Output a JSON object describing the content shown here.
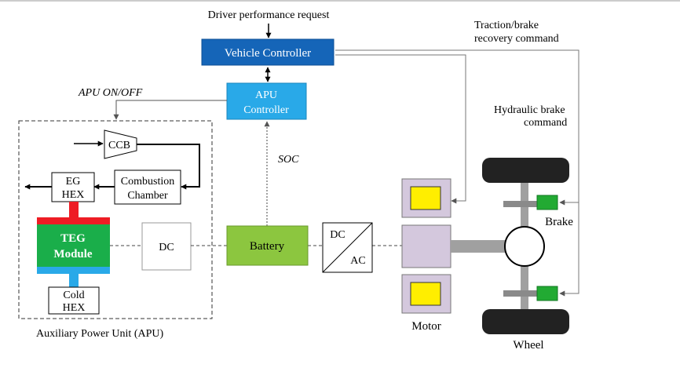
{
  "inputs": {
    "driver_request": "Driver performance request",
    "traction_command_line1": "Traction/brake",
    "traction_command_line2": "recovery command",
    "hydraulic_command_line1": "Hydraulic brake",
    "hydraulic_command_line2": "command"
  },
  "controllers": {
    "vehicle_controller": "Vehicle Controller",
    "apu_controller_line1": "APU",
    "apu_controller_line2": "Controller"
  },
  "signals": {
    "apu_on_off": "APU ON/OFF",
    "soc": "SOC"
  },
  "apu": {
    "ccb": "CCB",
    "combustion_line1": "Combustion",
    "combustion_line2": "Chamber",
    "eg_hex_line1": "EG",
    "eg_hex_line2": "HEX",
    "teg_line1": "TEG",
    "teg_line2": "Module",
    "cold_hex_line1": "Cold",
    "cold_hex_line2": "HEX",
    "dc": "DC",
    "caption": "Auxiliary Power Unit (APU)"
  },
  "powertrain": {
    "battery": "Battery",
    "converter_top": "DC",
    "converter_bottom": "AC",
    "motor": "Motor",
    "brake": "Brake",
    "wheel": "Wheel"
  },
  "colors": {
    "vehicle_controller": "#1565b8",
    "apu_controller": "#29a9e8",
    "battery": "#8cc63f",
    "teg_module": "#1aae4a",
    "teg_hot_side": "#ee1c24",
    "teg_cold_side": "#29a9e8",
    "motor_body": "#d4c8dd",
    "motor_window": "#ffee00",
    "brake_caliper": "#22aa33",
    "tire": "#222222",
    "axle": "#a0a0a0"
  }
}
